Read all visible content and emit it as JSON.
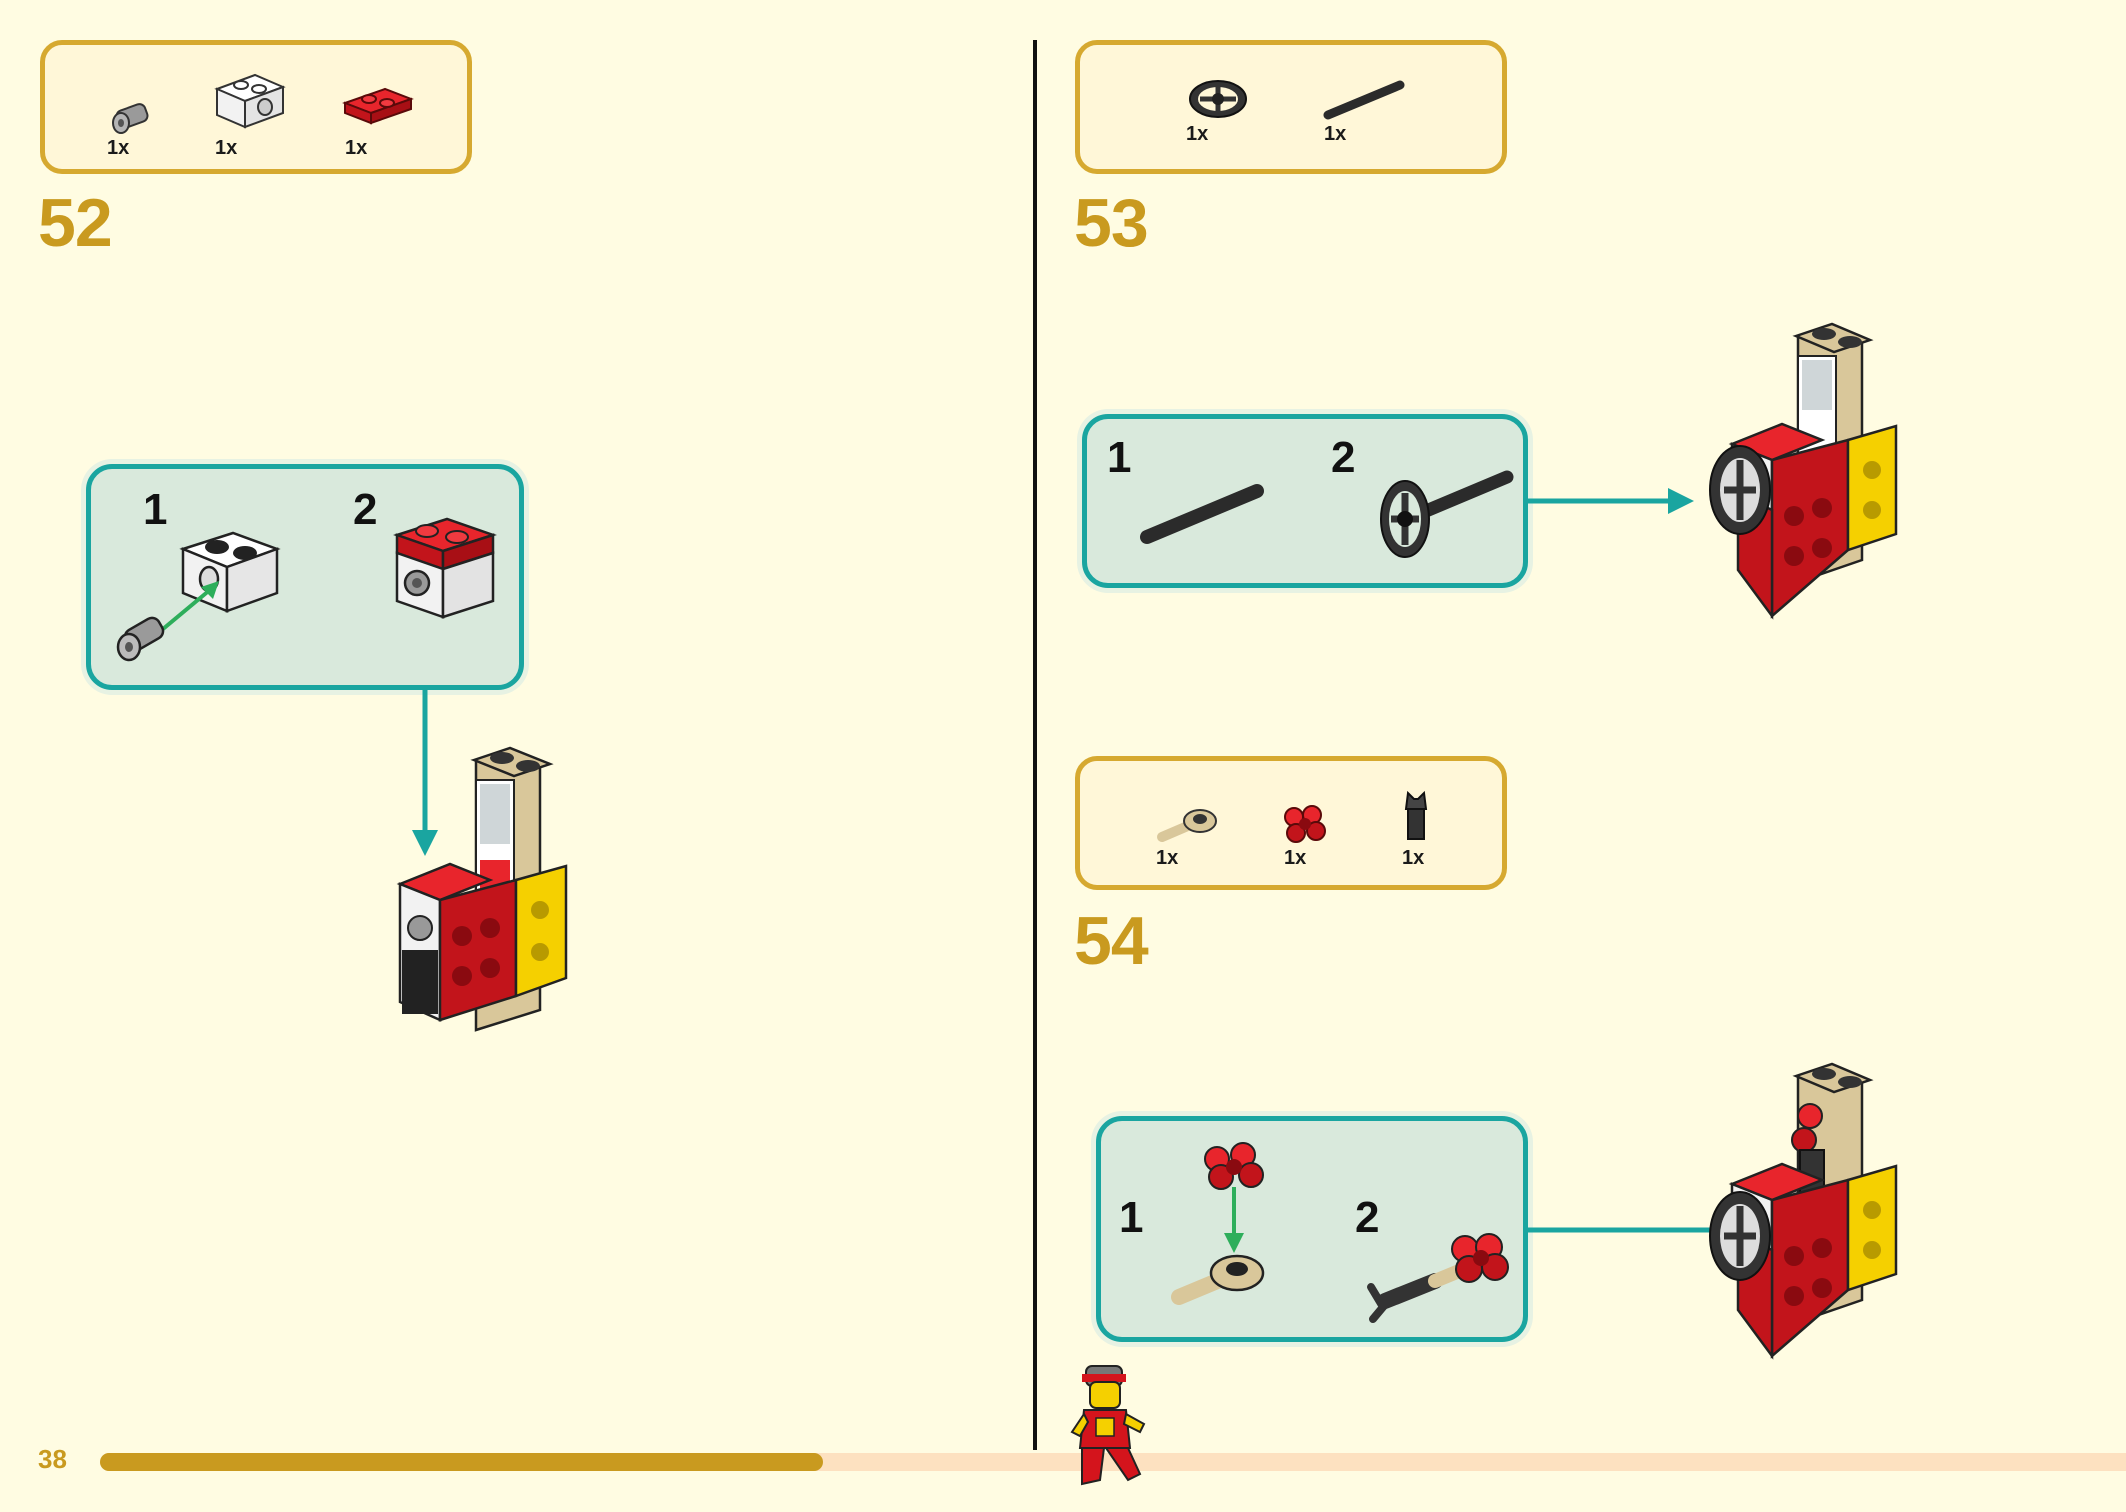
{
  "page": {
    "number": "38",
    "progress_fraction": 0.357
  },
  "steps": [
    {
      "number": "52",
      "parts": [
        {
          "icon": "grey-pin-connector-icon",
          "count": "1x"
        },
        {
          "icon": "white-technic-brick-icon",
          "count": "1x"
        },
        {
          "icon": "red-plate-2x1-icon",
          "count": "1x"
        }
      ],
      "substeps": [
        "1",
        "2"
      ]
    },
    {
      "number": "53",
      "parts": [
        {
          "icon": "steering-wheel-icon",
          "count": "1x"
        },
        {
          "icon": "black-axle-icon",
          "count": "1x"
        }
      ],
      "substeps": [
        "1",
        "2"
      ]
    },
    {
      "number": "54",
      "parts": [
        {
          "icon": "tan-ball-joint-icon",
          "count": "1x"
        },
        {
          "icon": "red-flower-piece-icon",
          "count": "1x"
        },
        {
          "icon": "black-clip-icon",
          "count": "1x"
        }
      ],
      "substeps": [
        "1",
        "2"
      ]
    }
  ],
  "colors": {
    "gold": "#c99a1f",
    "teal": "#1aa5a0",
    "red": "#d4141c",
    "yellow": "#f5d000"
  }
}
